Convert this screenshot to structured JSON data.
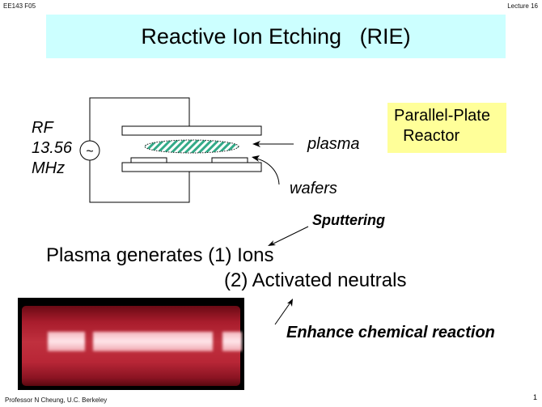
{
  "header": {
    "course": "EE143 F05",
    "lecture": "Lecture 16"
  },
  "title": "Reactive Ion Etching   (RIE)",
  "diagram": {
    "rf_label": "RF",
    "frequency": "13.56",
    "unit": "MHz",
    "source_symbol": "~",
    "plasma_label": "plasma",
    "wafers_label": "wafers",
    "colors": {
      "plasma_hatch": "#33aa88"
    }
  },
  "reactor_box": {
    "line1": "Parallel-Plate",
    "line2": "  Reactor",
    "color": "#ffff99"
  },
  "body": {
    "sputtering": "Sputtering",
    "line1": "Plasma generates (1) Ions",
    "line2": "(2) Activated neutrals",
    "enhance": "Enhance chemical reaction"
  },
  "footer": {
    "author": "Professor N Cheung, U.C. Berkeley",
    "page": "1"
  }
}
